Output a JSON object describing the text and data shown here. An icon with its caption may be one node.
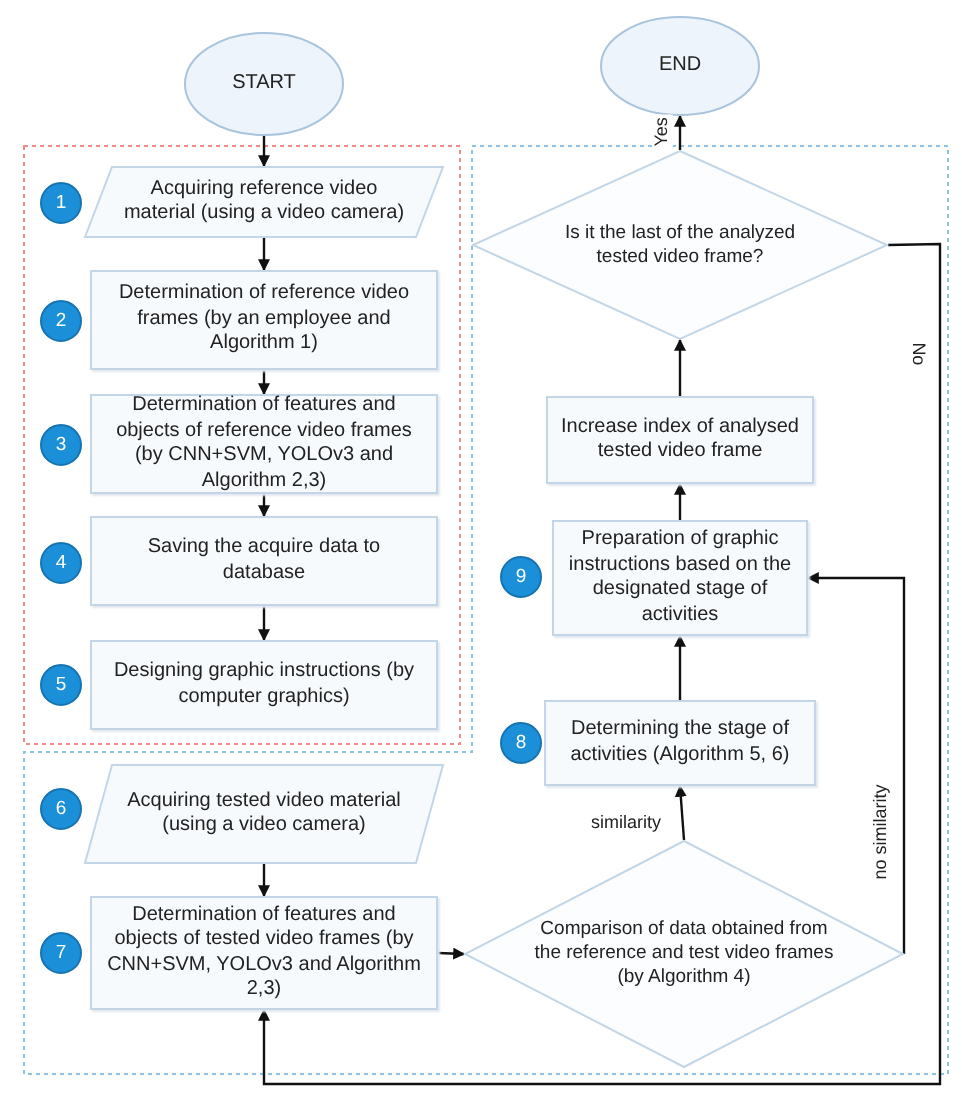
{
  "diagram": {
    "nodes": [
      {
        "text": [
          "START"
        ]
      },
      {
        "text": [
          "END"
        ]
      },
      {
        "text": [
          "1"
        ]
      },
      {
        "text": [
          "Acquiring reference video material (using a video camera)"
        ]
      },
      {
        "text": [
          "2"
        ]
      },
      {
        "text": [
          "Determination of reference video frames (by an employee and Algorithm 1)"
        ]
      },
      {
        "text": [
          "3"
        ]
      },
      {
        "text": [
          "Determination of features and objects of reference video frames (by CNN+SVM, YOLOv3 and Algorithm 2,3)"
        ]
      },
      {
        "text": [
          "4"
        ]
      },
      {
        "text": [
          "Saving the acquire data to database"
        ]
      },
      {
        "text": [
          "5"
        ]
      },
      {
        "text": [
          "Designing graphic instructions (by computer graphics)"
        ]
      },
      {
        "text": [
          "Is it the last of the analyzed tested video frame?"
        ]
      },
      {
        "text": [
          "Increase index of analysed tested video frame"
        ]
      },
      {
        "text": [
          "9"
        ]
      },
      {
        "text": [
          "Preparation of graphic instructions based on the designated stage of activities"
        ]
      },
      {
        "text": [
          "8"
        ]
      },
      {
        "text": [
          "Determining the stage of activities (Algorithm 5, 6)"
        ]
      },
      {
        "text": [
          "6"
        ]
      },
      {
        "text": [
          "Acquiring tested video material (using a video camera)"
        ]
      },
      {
        "text": [
          "7"
        ]
      },
      {
        "text": [
          "Determination of features and objects of tested video frames (by CNN+SVM, YOLOv3 and Algorithm 2,3)"
        ]
      },
      {
        "text": [
          "Comparison of data obtained from the reference and test video frames (by Algorithm 4)"
        ]
      }
    ],
    "edges": [
      {
        "from": 0,
        "to": 3,
        "arrow": "to"
      },
      {
        "from": 3,
        "to": 5,
        "arrow": "to"
      },
      {
        "from": 5,
        "to": 7,
        "arrow": "to"
      },
      {
        "from": 7,
        "to": 9,
        "arrow": "to"
      },
      {
        "from": 9,
        "to": 11,
        "arrow": "to"
      },
      {
        "from": 19,
        "to": 21,
        "arrow": "to"
      },
      {
        "from": 21,
        "to": 22,
        "arrow": "to"
      },
      {
        "from": 22,
        "to": 17,
        "arrow": "to",
        "label": "similarity"
      },
      {
        "from": 22,
        "to": 15,
        "arrow": "to",
        "label": "no similarity"
      },
      {
        "from": 17,
        "to": 15,
        "arrow": "to"
      },
      {
        "from": 15,
        "to": 13,
        "arrow": "to"
      },
      {
        "from": 13,
        "to": 12,
        "arrow": "to"
      },
      {
        "from": 12,
        "to": 1,
        "arrow": "to",
        "label": "Yes"
      },
      {
        "from": 12,
        "to": 21,
        "arrow": "to",
        "label": "No"
      }
    ]
  }
}
